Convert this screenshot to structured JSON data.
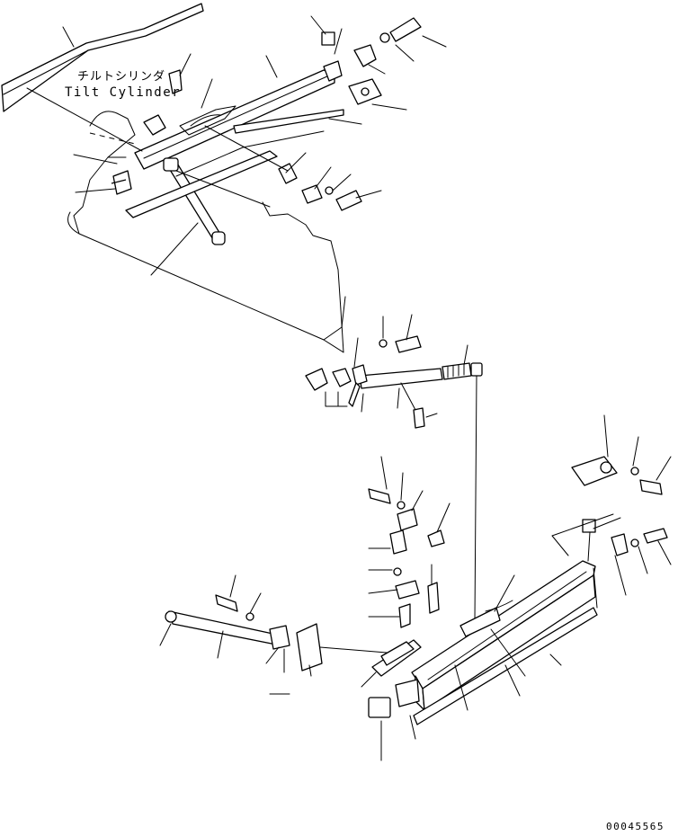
{
  "diagram": {
    "labels": {
      "tilt_cylinder_jp": "チルトシリンダ",
      "tilt_cylinder_en": "Tilt Cylinder"
    },
    "drawing_number": "00045565"
  }
}
